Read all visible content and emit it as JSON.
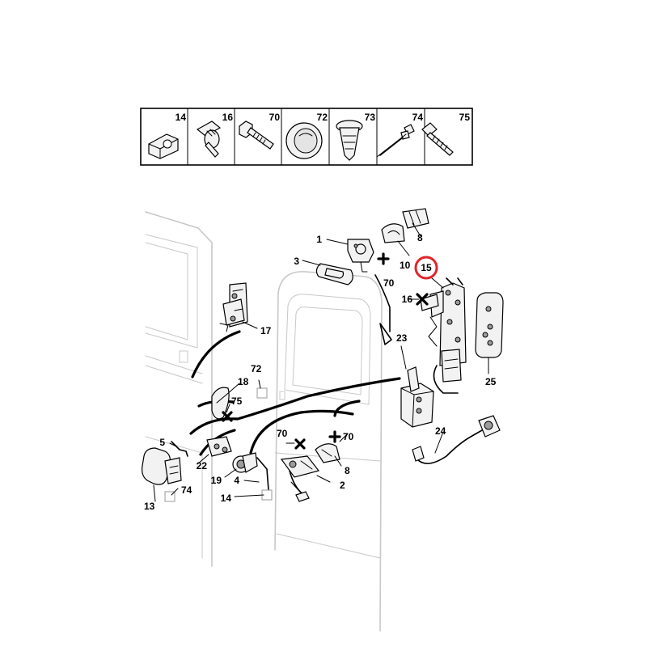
{
  "legend": {
    "items": [
      {
        "num": "14",
        "icon": "cable-clip-icon"
      },
      {
        "num": "16",
        "icon": "shoulder-bolt-icon"
      },
      {
        "num": "70",
        "icon": "hex-bolt-icon"
      },
      {
        "num": "72",
        "icon": "grommet-plug-icon"
      },
      {
        "num": "73",
        "icon": "expansion-nut-icon"
      },
      {
        "num": "74",
        "icon": "rivet-pin-icon"
      },
      {
        "num": "75",
        "icon": "self-tapping-screw-icon"
      }
    ]
  },
  "callouts": {
    "c1": "1",
    "c2": "2",
    "c3": "3",
    "c4": "4",
    "c5": "5",
    "c8a": "8",
    "c8b": "8",
    "c10": "10",
    "c13": "13",
    "c14": "14",
    "c15": "15",
    "c16": "16",
    "c17": "17",
    "c18": "18",
    "c19": "19",
    "c22": "22",
    "c23": "23",
    "c24": "24",
    "c25": "25",
    "c70a": "70",
    "c70b": "70",
    "c70c": "70",
    "c72": "72",
    "c74": "74",
    "c75": "75"
  },
  "highlight": {
    "color": "#e0262b",
    "target": "15"
  }
}
